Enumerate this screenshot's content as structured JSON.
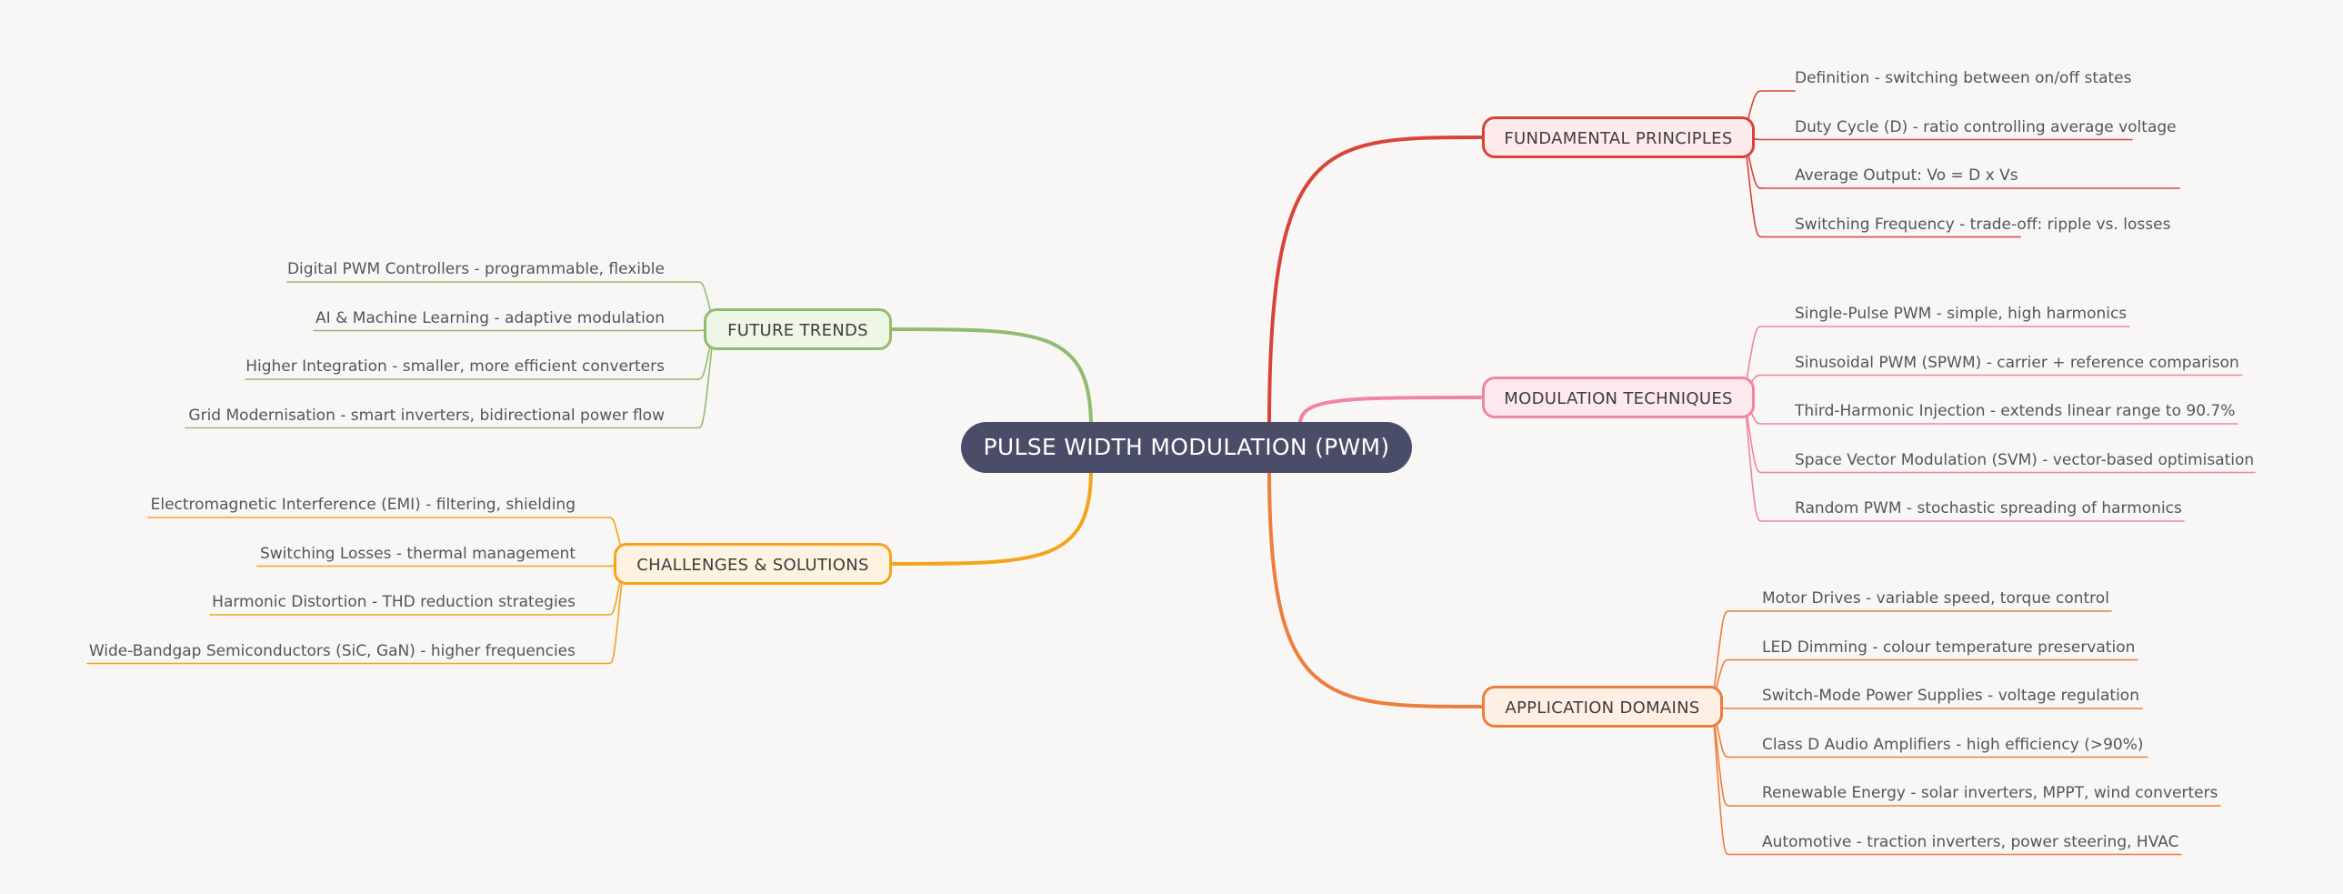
{
  "root": {
    "label": "PULSE WIDTH MODULATION (PWM)",
    "color": "#4a4d68"
  },
  "branches": [
    {
      "id": "fundamental-principles",
      "label": "FUNDAMENTAL PRINCIPLES",
      "side": "right",
      "color": "#d8433a",
      "fill": "#fcebea",
      "leaves": [
        "Definition - switching between on/off states",
        "Duty Cycle (D) - ratio controlling average voltage",
        "Average Output: Vo = D x Vs",
        "Switching Frequency - trade-off: ripple vs. losses"
      ]
    },
    {
      "id": "modulation-techniques",
      "label": "MODULATION TECHNIQUES",
      "side": "right",
      "color": "#ef86a3",
      "fill": "#fde8ee",
      "leaves": [
        "Single-Pulse PWM - simple, high harmonics",
        "Sinusoidal PWM (SPWM) - carrier + reference comparison",
        "Third-Harmonic Injection - extends linear range to 90.7%",
        "Space Vector Modulation (SVM) - vector-based optimisation",
        "Random PWM - stochastic spreading of harmonics"
      ]
    },
    {
      "id": "application-domains",
      "label": "APPLICATION DOMAINS",
      "side": "right",
      "color": "#ec7e3f",
      "fill": "#fdefe4",
      "leaves": [
        "Motor Drives - variable speed, torque control",
        "LED Dimming - colour temperature preservation",
        "Switch-Mode Power Supplies - voltage regulation",
        "Class D Audio Amplifiers - high efficiency (>90%)",
        "Renewable Energy - solar inverters, MPPT, wind converters",
        "Automotive - traction inverters, power steering, HVAC"
      ]
    },
    {
      "id": "future-trends",
      "label": "FUTURE TRENDS",
      "side": "left",
      "color": "#93bb6e",
      "fill": "#eef6e6",
      "leaves": [
        "Digital PWM Controllers - programmable, flexible",
        "AI & Machine Learning - adaptive modulation",
        "Higher Integration - smaller, more efficient converters",
        "Grid Modernisation - smart inverters, bidirectional power flow"
      ]
    },
    {
      "id": "challenges-solutions",
      "label": "CHALLENGES & SOLUTIONS",
      "side": "left",
      "color": "#f3a41c",
      "fill": "#fdf3e0",
      "leaves": [
        "Electromagnetic Interference (EMI) - filtering, shielding",
        "Switching Losses - thermal management",
        "Harmonic Distortion - THD reduction strategies",
        "Wide-Bandgap Semiconductors (SiC, GaN) - higher frequencies"
      ]
    }
  ]
}
